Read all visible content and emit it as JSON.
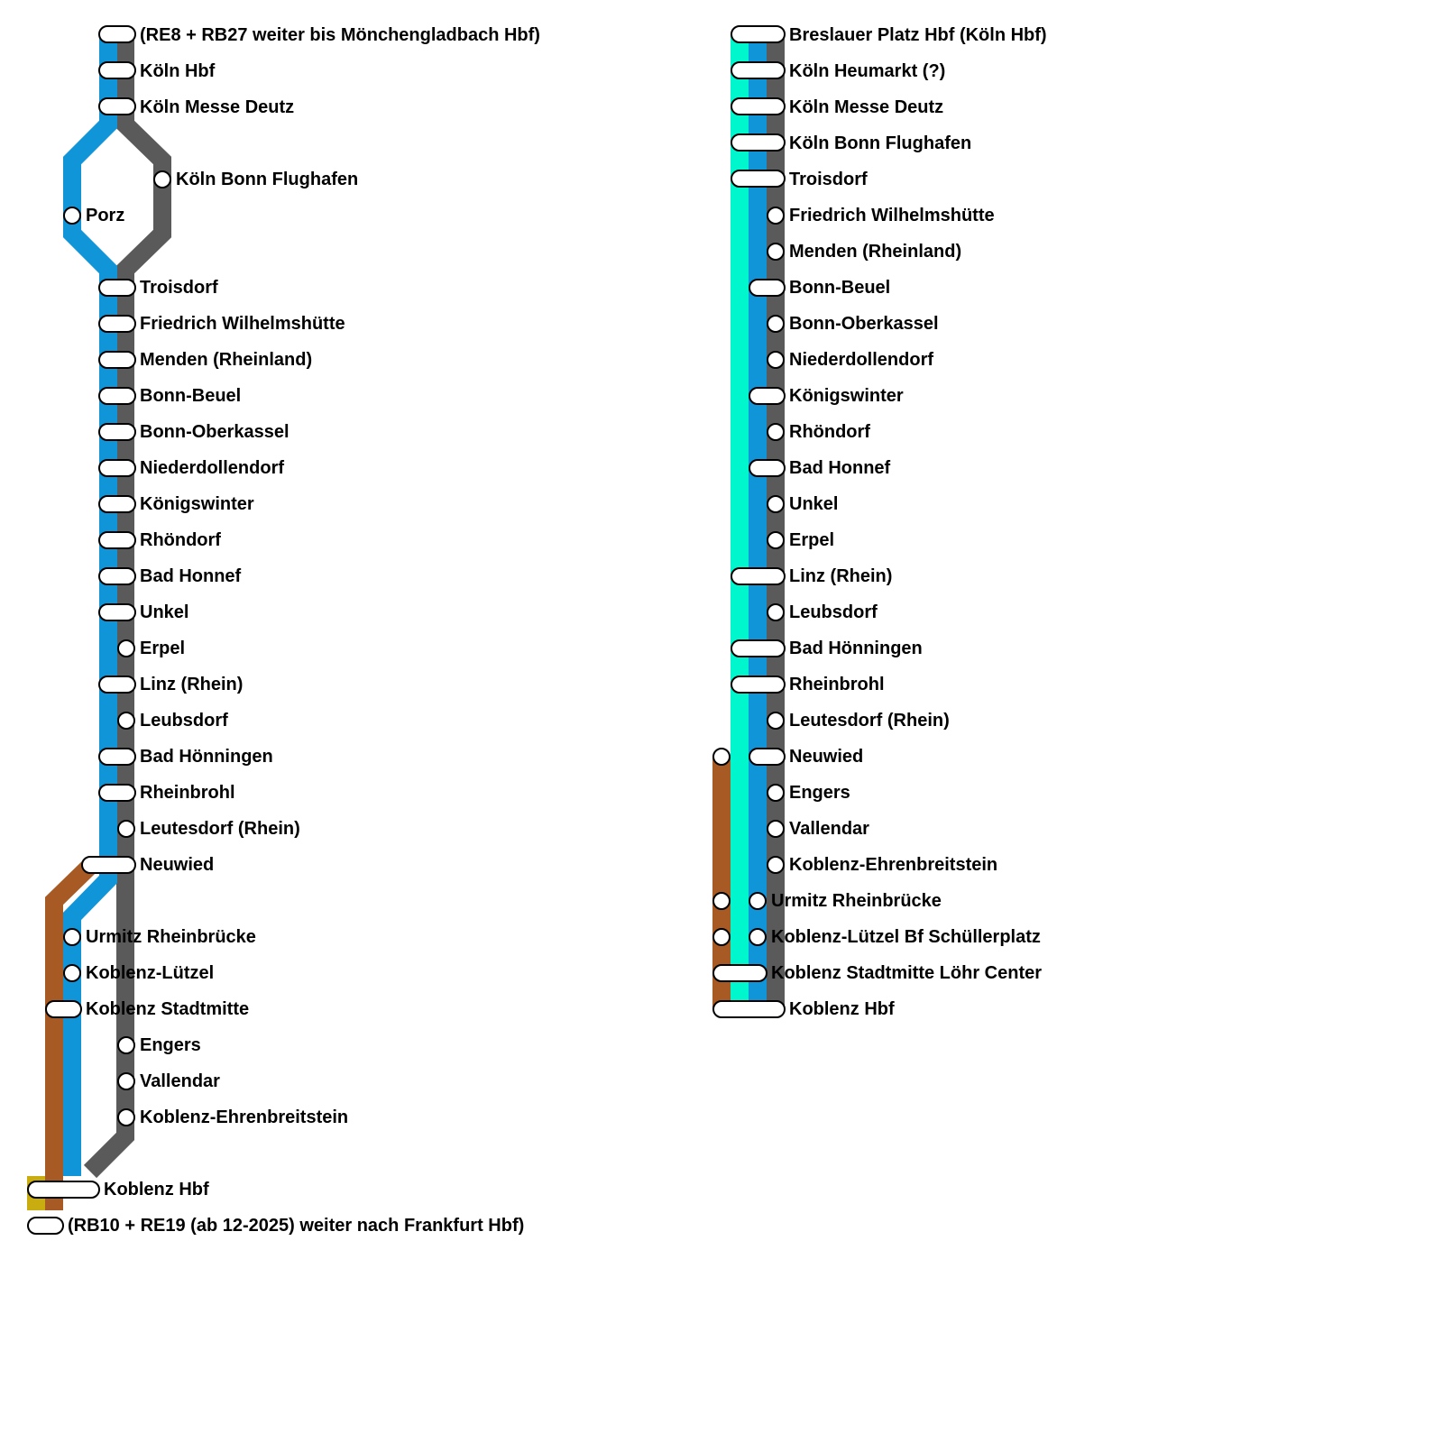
{
  "colors": {
    "grey": "#5a5a5a",
    "blue": "#1095d8",
    "brown": "#a85a24",
    "olive": "#c8ac10",
    "turquoise": "#00f7cd"
  },
  "left_map": {
    "note_top": "(RE8 + RB27 weiter bis Mönchengladbach Hbf)",
    "note_bottom": "(RB10 + RE19 (ab 12-2025) weiter nach Frankfurt Hbf)",
    "stations": [
      "Köln Hbf",
      "Köln Messe Deutz",
      "Köln Bonn Flughafen",
      "Porz",
      "Troisdorf",
      "Friedrich Wilhelmshütte",
      "Menden (Rheinland)",
      "Bonn-Beuel",
      "Bonn-Oberkassel",
      "Niederdollendorf",
      "Königswinter",
      "Rhöndorf",
      "Bad Honnef",
      "Unkel",
      "Erpel",
      "Linz (Rhein)",
      "Leubsdorf",
      "Bad Hönningen",
      "Rheinbrohl",
      "Leutesdorf (Rhein)",
      "Neuwied",
      "Urmitz Rheinbrücke",
      "Koblenz-Lützel",
      "Koblenz Stadtmitte",
      "Engers",
      "Vallendar",
      "Koblenz-Ehrenbreitstein",
      "Koblenz Hbf"
    ]
  },
  "right_map": {
    "stations": [
      "Breslauer Platz Hbf (Köln Hbf)",
      "Köln Heumarkt (?)",
      "Köln Messe Deutz",
      "Köln Bonn Flughafen",
      "Troisdorf",
      "Friedrich Wilhelmshütte",
      "Menden (Rheinland)",
      "Bonn-Beuel",
      "Bonn-Oberkassel",
      "Niederdollendorf",
      "Königswinter",
      "Rhöndorf",
      "Bad Honnef",
      "Unkel",
      "Erpel",
      "Linz (Rhein)",
      "Leubsdorf",
      "Bad Hönningen",
      "Rheinbrohl",
      "Leutesdorf (Rhein)",
      "Neuwied",
      "Engers",
      "Vallendar",
      "Koblenz-Ehrenbreitstein",
      "Urmitz Rheinbrücke",
      "Koblenz-Lützel Bf Schüllerplatz",
      "Koblenz Stadtmitte Löhr Center",
      "Koblenz Hbf"
    ]
  }
}
